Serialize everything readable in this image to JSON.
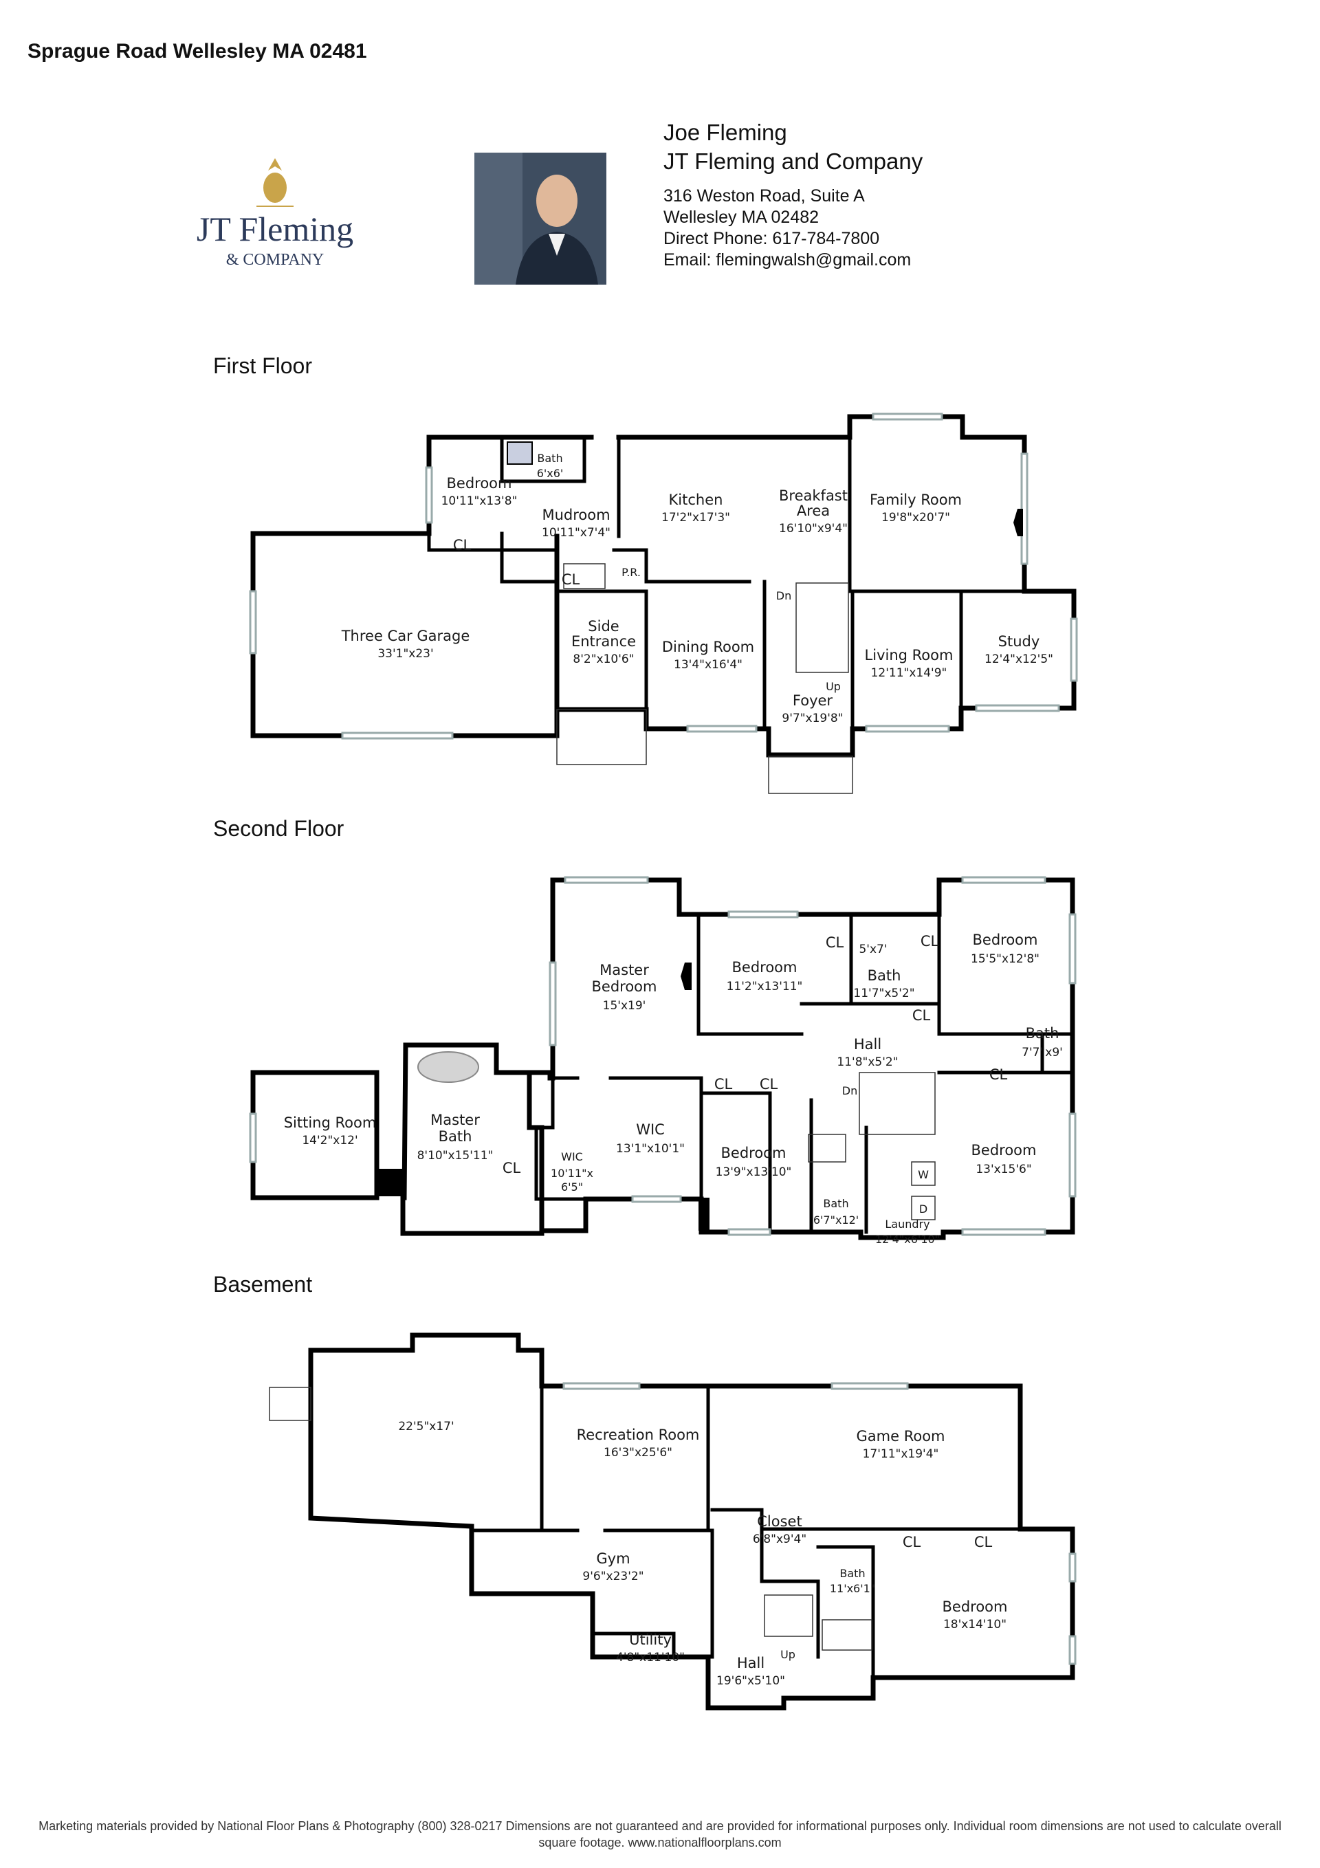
{
  "address": "Sprague Road Wellesley MA 02481",
  "logo": {
    "line1": "JT Fleming",
    "line2": "& COMPANY"
  },
  "agent": {
    "name": "Joe Fleming",
    "company": "JT Fleming and Company",
    "street": "316 Weston Road, Suite A",
    "city": "Wellesley MA 02482",
    "phone": "Direct Phone: 617-784-7800",
    "email": "Email: flemingwalsh@gmail.com"
  },
  "floors": {
    "first": {
      "title": "First Floor",
      "rooms": {
        "bedroom": {
          "name": "Bedroom",
          "dim": "10'11\"x13'8\""
        },
        "bath": {
          "name": "Bath",
          "dim": "6'x6'"
        },
        "mudroom": {
          "name": "Mudroom",
          "dim": "10'11\"x7'4\""
        },
        "kitchen": {
          "name": "Kitchen",
          "dim": "17'2\"x17'3\""
        },
        "breakfast": {
          "name1": "Breakfast",
          "name2": "Area",
          "dim": "16'10\"x9'4\""
        },
        "family": {
          "name": "Family Room",
          "dim": "19'8\"x20'7\""
        },
        "garage": {
          "name": "Three Car Garage",
          "dim": "33'1\"x23'"
        },
        "side": {
          "name1": "Side",
          "name2": "Entrance",
          "dim": "8'2\"x10'6\""
        },
        "dining": {
          "name": "Dining Room",
          "dim": "13'4\"x16'4\""
        },
        "living": {
          "name": "Living Room",
          "dim": "12'11\"x14'9\""
        },
        "study": {
          "name": "Study",
          "dim": "12'4\"x12'5\""
        },
        "foyer": {
          "name": "Foyer",
          "dim": "9'7\"x19'8\""
        },
        "cl1": "CL",
        "cl2": "CL",
        "pr": "P.R.",
        "dn": "Dn",
        "up": "Up"
      }
    },
    "second": {
      "title": "Second Floor",
      "rooms": {
        "master": {
          "name1": "Master",
          "name2": "Bedroom",
          "dim": "15'x19'"
        },
        "bed1": {
          "name": "Bedroom",
          "dim": "11'2\"x13'11\""
        },
        "bathA": {
          "dim": "5'x7'"
        },
        "bathB": {
          "name": "Bath",
          "dim": "11'7\"x5'2\""
        },
        "bed2": {
          "name": "Bedroom",
          "dim": "15'5\"x12'8\""
        },
        "bathC": {
          "name": "Bath",
          "dim": "7'7\"x9'"
        },
        "hall": {
          "name": "Hall",
          "dim": "11'8\"x5'2\""
        },
        "sitting": {
          "name": "Sitting Room",
          "dim": "14'2\"x12'"
        },
        "mbath": {
          "name1": "Master",
          "name2": "Bath",
          "dim": "8'10\"x15'11\""
        },
        "wic1": {
          "name": "WIC",
          "dim1": "10'11\"x",
          "dim2": "6'5\""
        },
        "wic2": {
          "name": "WIC",
          "dim": "13'1\"x10'1\""
        },
        "bed3": {
          "name": "Bedroom",
          "dim": "13'9\"x13'10\""
        },
        "bathD": {
          "name": "Bath",
          "dim": "6'7\"x12'"
        },
        "laundry": {
          "name": "Laundry",
          "dim": "12'4\"x6'10\""
        },
        "bed4": {
          "name": "Bedroom",
          "dim": "13'x15'6\""
        },
        "cl": "CL",
        "dn": "Dn",
        "washer": "W",
        "dryer": "D"
      }
    },
    "basement": {
      "title": "Basement",
      "rooms": {
        "unfinished": {
          "dim": "22'5\"x17'"
        },
        "rec": {
          "name": "Recreation Room",
          "dim": "16'3\"x25'6\""
        },
        "game": {
          "name": "Game Room",
          "dim": "17'11\"x19'4\""
        },
        "closet": {
          "name": "Closet",
          "dim": "6'8\"x9'4\""
        },
        "gym": {
          "name": "Gym",
          "dim": "9'6\"x23'2\""
        },
        "bath": {
          "name": "Bath",
          "dim": "11'x6'1\""
        },
        "bedroom": {
          "name": "Bedroom",
          "dim": "18'x14'10\""
        },
        "utility": {
          "name": "Utility",
          "dim": "4'8\"x11'10\""
        },
        "hall": {
          "name": "Hall",
          "dim": "19'6\"x5'10\""
        },
        "cl": "CL",
        "up": "Up"
      }
    }
  },
  "footer": {
    "line1": "Marketing materials provided by National Floor Plans & Photography (800) 328-0217 Dimensions are not guaranteed and are provided for informational purposes only. Individual room dimensions are not used to calculate overall",
    "line2": "square footage. www.nationalfloorplans.com"
  }
}
